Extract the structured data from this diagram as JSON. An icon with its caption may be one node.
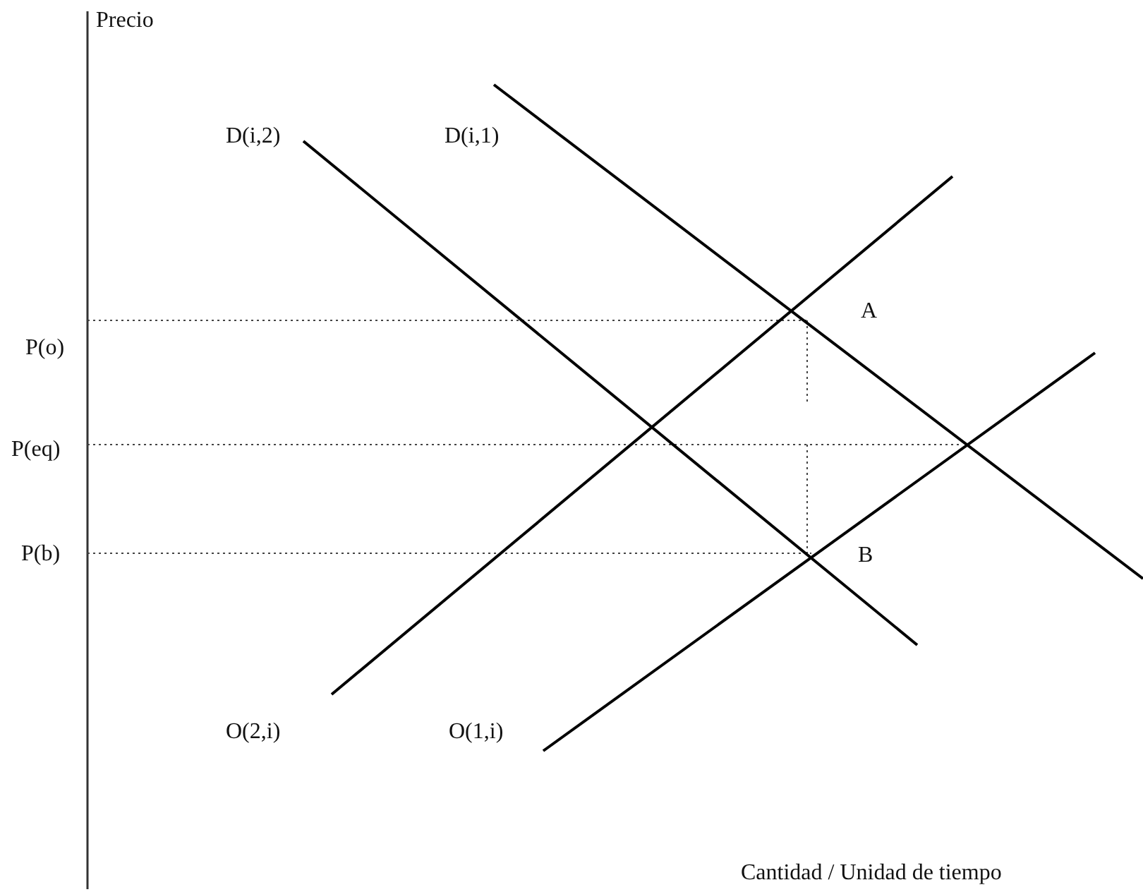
{
  "diagram": {
    "labels": [
      "Precio",
      "D(i,2)",
      "D(i,1)",
      "A",
      "P(o)",
      "P(eq)",
      "P(b)",
      "B",
      "O(2,i)",
      "O(1,i)",
      "Cantidad / Unidad de tiempo"
    ]
  }
}
